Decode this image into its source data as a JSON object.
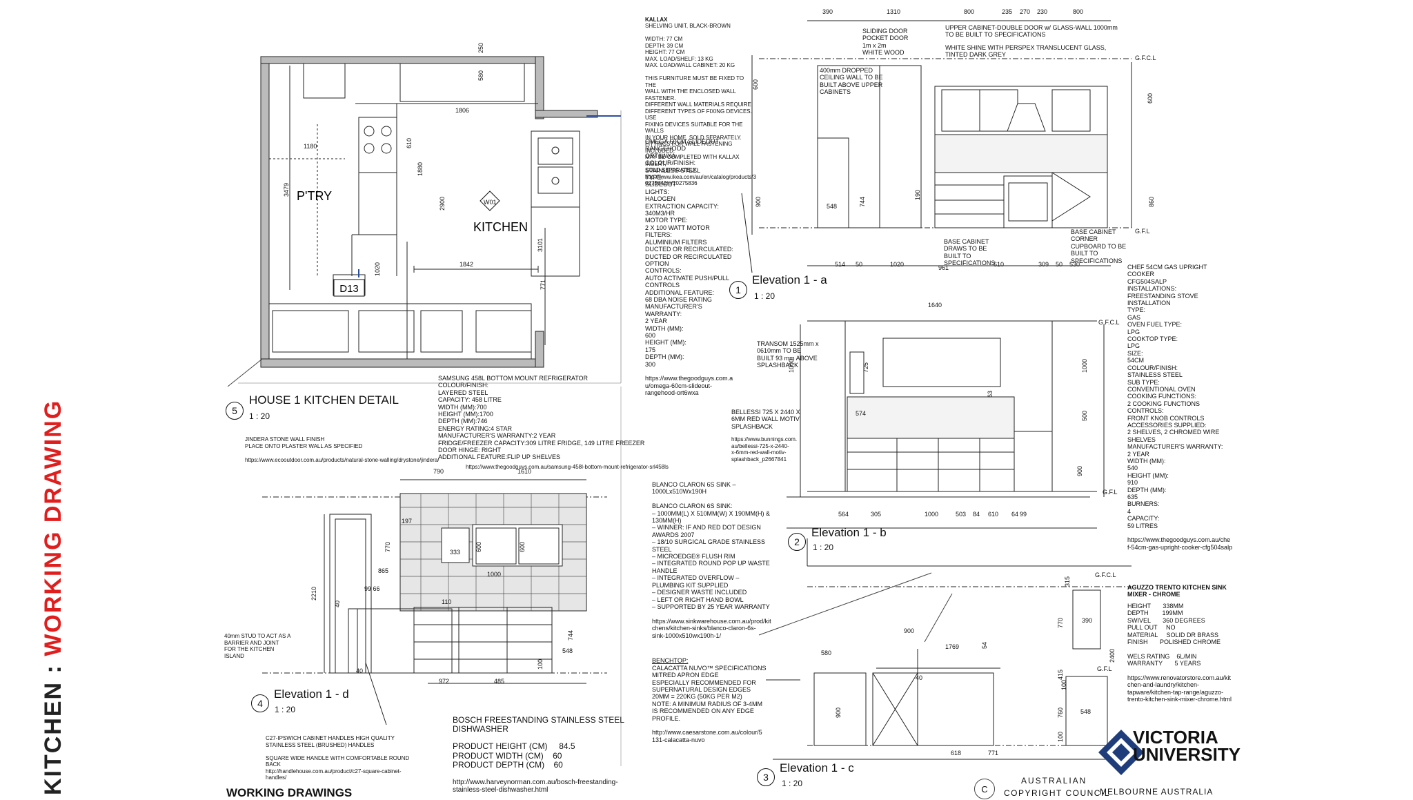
{
  "side_title": {
    "kitchen": "KITCHEN",
    "sep": " : ",
    "working": "WORKING DRAWING"
  },
  "plan": {
    "title": "HOUSE 1 KITCHEN DETAIL",
    "num": "5",
    "scale": "1 : 20",
    "room1": "P'TRY",
    "room2": "KITCHEN",
    "door": "D13",
    "dims": [
      "1180",
      "3479",
      "1806",
      "1880",
      "2900",
      "1842",
      "3101",
      "1020",
      "771",
      "610",
      "580",
      "250",
      "W01"
    ]
  },
  "kallax": {
    "title": "KALLAX",
    "text": "SHELVING UNIT, BLACK-BROWN\n\nWIDTH: 77 CM\nDEPTH: 39 CM\nHEIGHT: 77 CM\nMAX. LOAD/SHELF: 13 KG\nMAX. LOAD/WALL CABINET: 20 KG\n\nTHIS FURNITURE MUST BE FIXED TO THE\nWALL WITH THE ENCLOSED WALL\nFASTENER.\nDIFFERENT WALL MATERIALS REQUIRE\nDIFFERENT TYPES OF FIXING DEVICES. USE\nFIXING DEVICES SUITABLE FOR THE WALLS\nIN YOUR HOME, SOLD SEPARATELY.\nFITTINGS FOR WALL FASTENING INCLUDED.\nMAY BE COMPLETED WITH KALLAX INSERT,\nSOLD SEPARATELY.\nhttp://www.ikea.com/au/en/catalog/products/3\n0275842/#/10275836"
  },
  "omega": {
    "text": "OMEGA 60CM SLIDEOUT\nRANGEHOOD\nORT6WXA\nCOLOUR/FINISH:\nSTAINLESS STEEL\nTYPE:\nSLIDEOUT\nLIGHTS:\nHALOGEN\nEXTRACTION CAPACITY:\n340M3/HR\nMOTOR TYPE:\n2 X 100 WATT MOTOR\nFILTERS:\nALUMINIUM FILTERS\nDUCTED OR RECIRCULATED:\nDUCTED OR RECIRCULATED\nOPTION\nCONTROLS:\nAUTO ACTIVATE PUSH/PULL\nCONTROLS\nADDITIONAL FEATURE:\n68 DBA NOISE RATING\nMANUFACTURER'S\nWARRANTY:\n2 YEAR\nWIDTH (MM):\n600\nHEIGHT (MM):\n175\nDEPTH (MM):\n300\n\nhttps://www.thegoodguys.com.a\nu/omega-60cm-slideout-\nrangehood-ort6wxa"
  },
  "samsung": {
    "text": "SAMSUNG 458L BOTTOM MOUNT REFRIGERATOR\nCOLOUR/FINISH:\nLAYERED STEEL\nCAPACITY: 458 LITRE\nWIDTH (MM):700\nHEIGHT (MM):1700\nDEPTH (MM):746\nENERGY RATING:4 STAR\nMANUFACTURER'S WARRANTY:2 YEAR\nFRIDGE/FREEZER CAPACITY:309 LITRE FRIDGE, 149 LITRE FREEZER\nDOOR HINGE: RIGHT\nADDITIONAL FEATURE:FLIP UP SHELVES",
    "url": "https://www.thegoodguys.com.au/samsung-458l-bottom-mount-refrigerator-srl458ls"
  },
  "jindera": {
    "text": "JINDERA STONE WALL FINISH\nPLACE ONTO PLASTER WALL AS SPECIFIED",
    "url": "https://www.ecooutdoor.com.au/products/natural-stone-walling/drystone/jindera/"
  },
  "elev_d": {
    "title": "Elevation 1 - d",
    "num": "4",
    "scale": "1 : 20",
    "stud": "40mm STUD TO ACT AS A\nBARRIER AND JOINT\nFOR THE KITCHEN\nISLAND",
    "dims": [
      "790",
      "1610",
      "2210",
      "770",
      "865",
      "333",
      "99 66",
      "40",
      "110",
      "744",
      "548",
      "40",
      "100",
      "972",
      "485",
      "1000",
      "600",
      "600",
      "197"
    ]
  },
  "handles": {
    "text": "C27-IPSWICH CABINET HANDLES HIGH QUALITY\nSTAINLESS STEEL (BRUSHED) HANDLES\n\nSQUARE WIDE HANDLE WITH COMFORTABLE ROUND\nBACK\nhttp://handlehouse.com.au/product/c27-square-cabinet-\nhandles/"
  },
  "bosch": {
    "title": "BOSCH FREESTANDING STAINLESS STEEL\nDISHWASHER",
    "spec": "PRODUCT HEIGHT (CM)     84.5\nPRODUCT WIDTH (CM)    60\nPRODUCT DEPTH (CM)    60",
    "url": "http://www.harveynorman.com.au/bosch-freestanding-\nstainless-steel-dishwasher.html"
  },
  "working_drawings": "WORKING DRAWINGS",
  "blanco": {
    "text": "BLANCO CLARON 6S SINK –\n1000Lx510Wx190H\n\n  BLANCO CLARON 6S SINK:\n– 1000MM(L) X 510MM(W) X 190MM(H) &\n130MM(H)\n– WINNER: IF AND RED DOT DESIGN\nAWARDS 2007\n– 18/10 SURGICAL GRADE STAINLESS\nSTEEL\n– MICROEDGE® FLUSH RIM\n– INTEGRATED ROUND POP UP WASTE\nHANDLE\n  – INTEGRATED OVERFLOW –\nPLUMBING KIT SUPPLIED\n– DESIGNER WASTE INCLUDED\n– LEFT OR RIGHT HAND BOWL\n– SUPPORTED BY 25 YEAR WARRANTY\n\nhttps://www.sinkwarehouse.com.au/prod/kit\nchens/kitchen-sinks/blanco-claron-6s-\nsink-1000x510wx190h-1/"
  },
  "benchtop": {
    "head": "BENCHTOP:",
    "text": "CALACATTA NUVO™ SPECIFICATIONS\nMITRED APRON EDGE\nESPECIALLY RECOMMENDED FOR\nSUPERNATURAL DESIGN EDGES\n20MM = 220KG (50KG PER M2)\nNOTE: A MINIMUM RADIUS OF 3-4MM\nIS RECOMMENDED ON ANY EDGE\nPROFILE.\n\nhttp://www.caesarstone.com.au/colour/5\n131-calacatta-nuvo"
  },
  "elev_a": {
    "title": "Elevation 1 - a",
    "num": "1",
    "scale": "1 : 20",
    "sliding": "SLIDING DOOR\nPOCKET DOOR\n1m x 2m\nWHITE WOOD",
    "upper": "UPPER CABINET-DOUBLE DOOR w/ GLASS-WALL 1000mm\nTO BE BUILT TO SPECIFICATIONS",
    "white": "WHITE SHINE WITH  PERSPEX TRANSLUCENT GLASS,\nTINTED DARK GREY",
    "dropped": "400mm DROPPED\nCEILING WALL TO BE\nBUILT ABOVE UPPER\nCABINETS",
    "drawers": "BASE CABINET\nDRAWS TO BE\nBUILT TO\nSPECIFICATIONS",
    "corner": "BASE CABINET\nCORNER\nCUPBOARD TO BE\nBUILT TO\nSPECIFICATIONS",
    "gfcl": "G.F.C.L",
    "gfl": "G.F.L",
    "top_dims": [
      "390",
      "1310",
      "800",
      "235",
      "270",
      "230",
      "800"
    ],
    "bot_dims": [
      "514",
      "50",
      "1020",
      "961",
      "610",
      "309",
      "50",
      "530"
    ],
    "side_dims": [
      "600",
      "600",
      "900",
      "860",
      "548",
      "744",
      "190"
    ]
  },
  "chef": {
    "text": "CHEF 54CM GAS UPRIGHT\nCOOKER\nCFG504SALP\nINSTALLATIONS:\nFREESTANDING STOVE\nINSTALLATION\nTYPE:\nGAS\nOVEN FUEL TYPE:\nLPG\nCOOKTOP TYPE:\nLPG\nSIZE:\n54CM\nCOLOUR/FINISH:\nSTAINLESS STEEL\nSUB TYPE:\nCONVENTIONAL OVEN\nCOOKING FUNCTIONS:\n2 COOKING FUNCTIONS\nCONTROLS:\nFRONT KNOB CONTROLS\nACCESSORIES SUPPLIED:\n2 SHELVES, 2 CHROMED WIRE\nSHELVES\nMANUFACTURER'S WARRANTY:\n2 YEAR\nWIDTH (MM):\n540\nHEIGHT (MM):\n910\nDEPTH (MM):\n635\nBURNERS:\n4\nCAPACITY:\n59 LITRES\n\nhttps://www.thegoodguys.com.au/che\nf-54cm-gas-upright-cooker-cfg504salp"
  },
  "elev_b": {
    "title": "Elevation 1 - b",
    "num": "2",
    "scale": "1 : 20",
    "transom": "TRANSOM 1525mm x\n0610mm TO BE\nBUILT 93 mm ABOVE\nSPLASHBACK",
    "bellessi": "BELLESSI 725 X 2440 X\n6MM RED WALL MOTIV\nSPLASHBACK",
    "bellessi_url": "https://www.bunnings.com.\nau/bellessi-725-x-2440-\nx-6mm-red-wall-motiv-\nsplashback_p2667841",
    "dims": [
      "1640",
      "1000",
      "725",
      "1000",
      "500",
      "900",
      "63",
      "574",
      "564",
      "305",
      "1000",
      "503",
      "84",
      "610",
      "64",
      "99"
    ],
    "gfcl": "G.F.C.L",
    "gfl": "G.F.L"
  },
  "elev_c": {
    "title": "Elevation 1 - c",
    "num": "3",
    "scale": "1 : 20",
    "dims": [
      "900",
      "1769",
      "580",
      "54",
      "618",
      "771",
      "315",
      "770",
      "415",
      "100",
      "760",
      "100",
      "2400",
      "390",
      "548",
      "900",
      "40"
    ],
    "gfcl": "G.F.C.L",
    "gfl": "G.F.L"
  },
  "aguzzo": {
    "title": "AGUZZO TRENTO KITCHEN SINK\nMIXER - CHROME",
    "text": "HEIGHT       338MM\nDEPTH        199MM\nSWIVEL       360 DEGREES\nPULL OUT     NO\nMATERIAL     SOLID DR BRASS\nFINISH       POLISHED CHROME\n\nWELS RATING    6L/MIN\nWARRANTY       5 YEARS\n\nhttps://www.renovatorstore.com.au/kit\nchen-and-laundry/kitchen-\ntapware/kitchen-tap-range/aguzzo-\ntrento-kitchen-sink-mixer-chrome.html"
  },
  "copyright": {
    "c": "C",
    "l1": "AUSTRALIAN",
    "l2": "COPYRIGHT COUNCIL"
  },
  "vu": {
    "l1": "VICTORIA",
    "l2": "UNIVERSITY",
    "l3": "MELBOURNE AUSTRALIA"
  }
}
